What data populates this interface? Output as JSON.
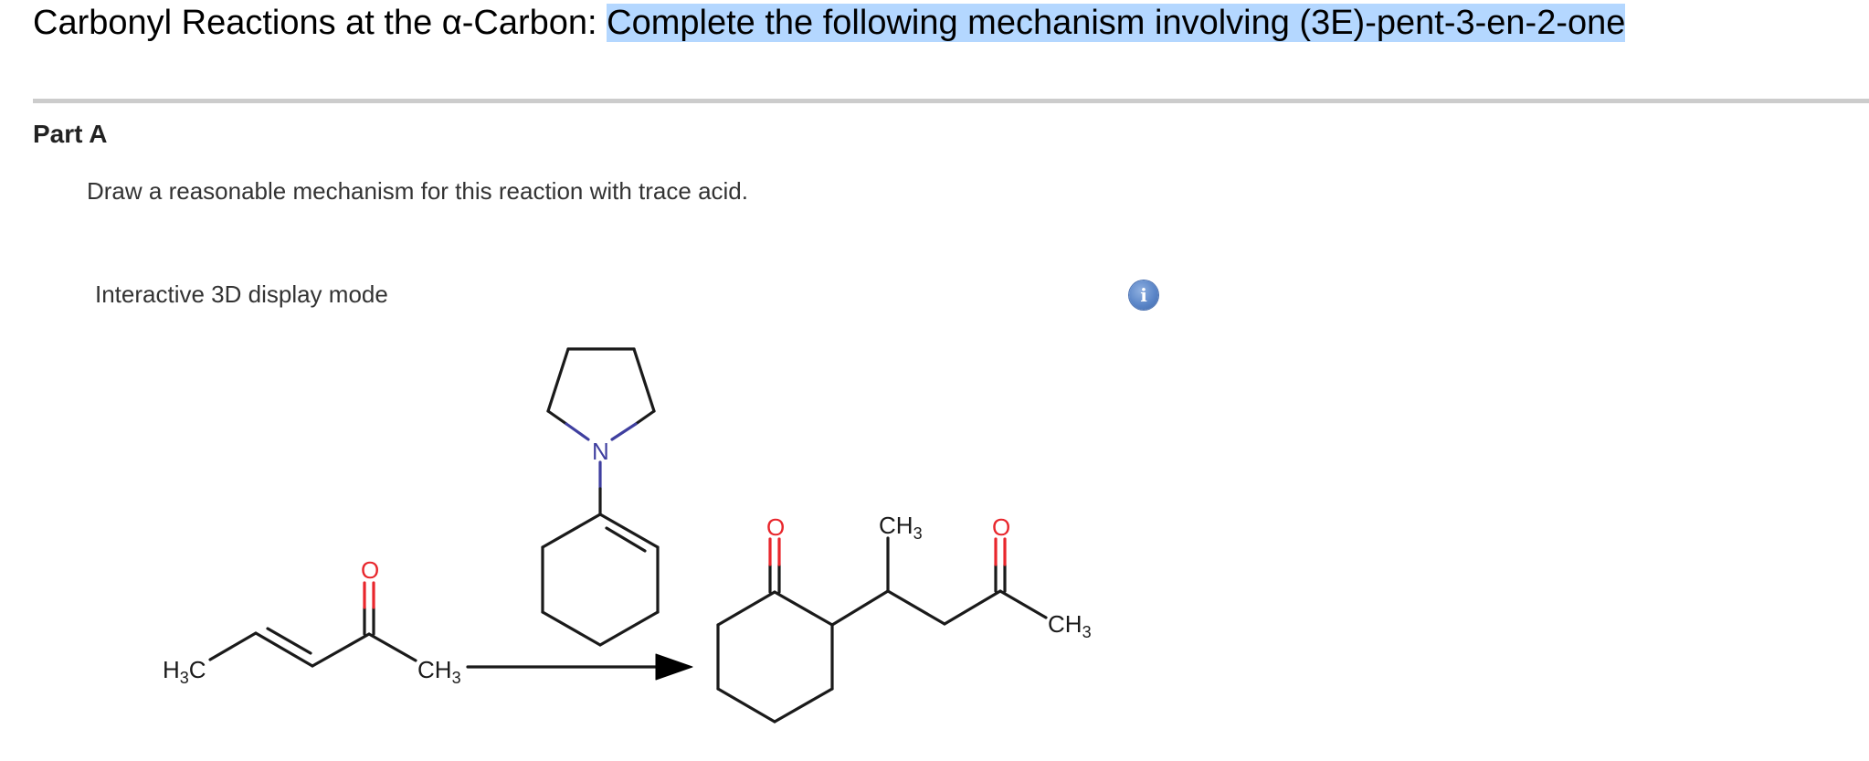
{
  "header": {
    "title_prefix": "Carbonyl Reactions at the α-Carbon: ",
    "title_highlighted": "Complete the following mechanism involving (3E)-pent-3-en-2-one",
    "highlight_color": "#b4d7ff"
  },
  "part": {
    "label": "Part A",
    "prompt": "Draw a reasonable mechanism for this reaction with trace acid.",
    "display_mode_label": "Interactive 3D display mode",
    "info_icon": "info-icon",
    "info_glyph": "i"
  },
  "reaction": {
    "reactant": {
      "name": "(3E)-pent-3-en-2-one",
      "left_methyl": {
        "main": "H",
        "sub": "3",
        "tail": "C"
      },
      "oxygen": "O",
      "right_methyl": {
        "main": "CH",
        "sub": "3"
      }
    },
    "reagent": {
      "name": "1-(cyclohex-1-en-1-yl)pyrrolidine",
      "nitrogen": "N"
    },
    "product": {
      "name": "2-(4-oxopentan-2-yl)cyclohexan-1-one",
      "ring_oxygen": "O",
      "branch_methyl": {
        "main": "CH",
        "sub": "3"
      },
      "ketone_oxygen": "O",
      "terminal_methyl": {
        "main": "CH",
        "sub": "3"
      }
    },
    "colors": {
      "bond": "#1a1a1a",
      "oxygen": "#e8262c",
      "nitrogen": "#3f3f9f"
    }
  }
}
